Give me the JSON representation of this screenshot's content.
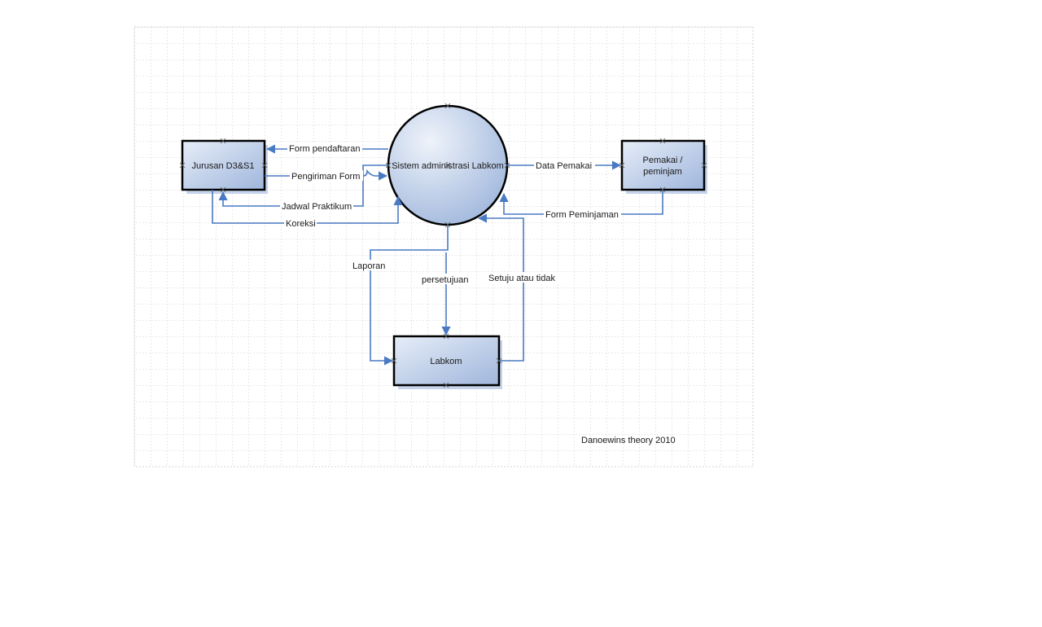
{
  "diagram": {
    "process": {
      "label": "Sistem administrasi Labkom"
    },
    "entities": {
      "jurusan": {
        "label": "Jurusan D3&S1"
      },
      "pemakai": {
        "label_line1": "Pemakai /",
        "label_line2": "peminjam"
      },
      "labkom": {
        "label": "Labkom"
      }
    },
    "flows": {
      "form_pendaftaran": "Form pendaftaran",
      "pengiriman_form": "Pengiriman Form",
      "jadwal_praktikum": "Jadwal Praktikum",
      "koreksi": "Koreksi",
      "data_pemakai": "Data Pemakai",
      "form_peminjaman": "Form Peminjaman",
      "laporan": "Laporan",
      "persetujuan": "persetujuan",
      "setuju_atau_tidak": "Setuju atau tidak"
    },
    "footer": "Danoewins theory 2010",
    "colors": {
      "edge": "#4a7ac4",
      "fill_light": "#e6edf8",
      "fill_dark": "#9fb6dc",
      "shadow": "#c5d4ec",
      "grid": "#c8c8c8"
    }
  }
}
